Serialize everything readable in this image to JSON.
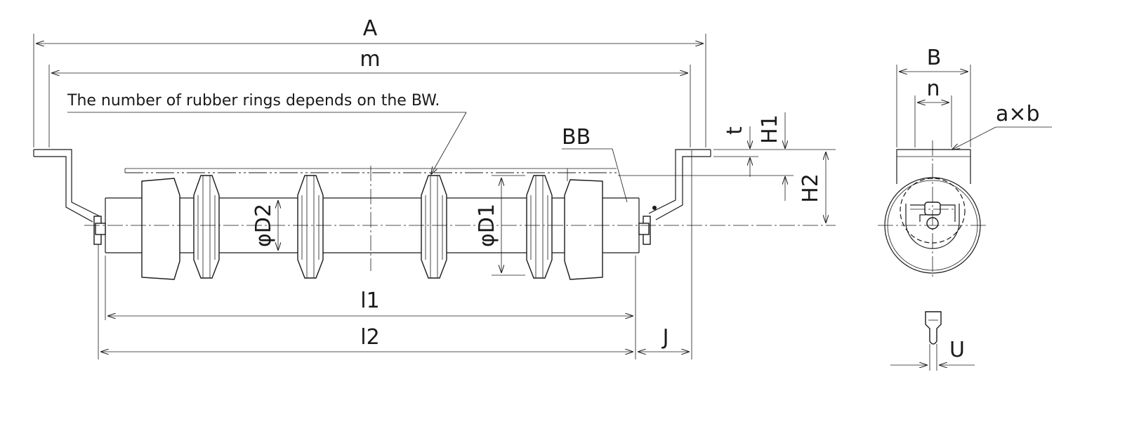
{
  "note": "The number of rubber rings depends on the BW.",
  "labels": {
    "A": "A",
    "m": "m",
    "l1": "l1",
    "l2": "l2",
    "J": "J",
    "BB": "BB",
    "D1": "φD1",
    "D2": "φD2",
    "t": "t",
    "H1": "H1",
    "H2": "H2",
    "B": "B",
    "n": "n",
    "axb": "a×b",
    "U": "U"
  }
}
